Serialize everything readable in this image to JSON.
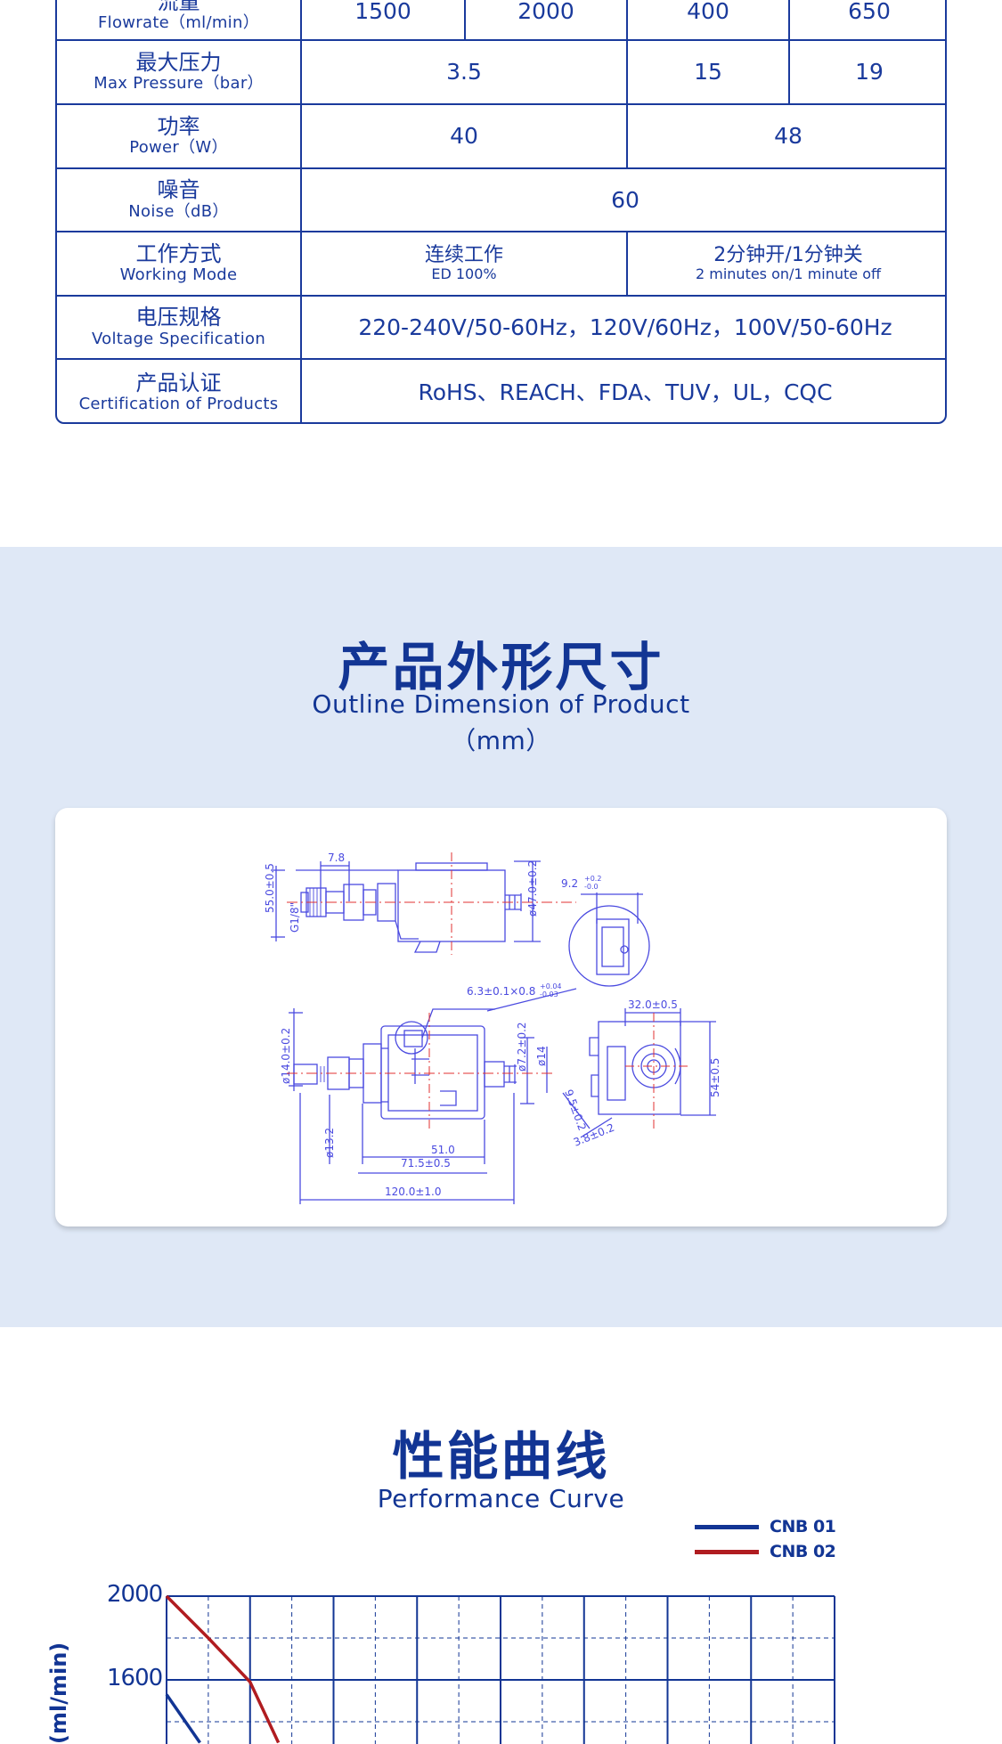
{
  "spec_table": {
    "rows": [
      {
        "label_cn": "流量",
        "label_en": "Flowrate（ml/min）",
        "values": [
          "1500",
          "2000",
          "400",
          "650"
        ]
      },
      {
        "label_cn": "最大压力",
        "label_en": "Max Pressure（bar）",
        "values": [
          "3.5",
          "15",
          "19"
        ]
      },
      {
        "label_cn": "功率",
        "label_en": "Power（W）",
        "values": [
          "40",
          "48"
        ]
      },
      {
        "label_cn": "噪音",
        "label_en": "Noise（dB）",
        "values": [
          "60"
        ]
      },
      {
        "label_cn": "工作方式",
        "label_en": "Working Mode",
        "values": [
          {
            "cn": "连续工作",
            "en": "ED 100%"
          },
          {
            "cn": "2分钟开/1分钟关",
            "en": "2 minutes on/1 minute off"
          }
        ]
      },
      {
        "label_cn": "电压规格",
        "label_en": "Voltage Specification",
        "values": [
          "220-240V/50-60Hz，120V/60Hz，100V/50-60Hz"
        ]
      },
      {
        "label_cn": "产品认证",
        "label_en": "Certification of Products",
        "values": [
          "RoHS、REACH、FDA、TUV，UL，CQC"
        ]
      }
    ]
  },
  "dimension_section": {
    "title_cn": "产品外形尺寸",
    "title_en": "Outline Dimension of Product",
    "unit": "（mm）",
    "drawing_labels": {
      "d1": "7.8",
      "d2": "55.0±0.5",
      "d3": "G1/8\"",
      "d4": "ø47.0±0.2",
      "d5": "9.2",
      "d5_sup": "+0.2",
      "d5_sub": "-0.0",
      "d6": "6.3±0.1×0.8",
      "d6_sup": "+0.04",
      "d6_sub": "-0.03",
      "d7": "ø14.0±0.2",
      "d8": "ø7.2±0.2",
      "d9": "ø14",
      "d10": "ø13.2",
      "d11": "51.0",
      "d12": "71.5±0.5",
      "d13": "120.0±1.0",
      "d14": "32.0±0.5",
      "d15": "9.5±0.2",
      "d16": "54±0.5",
      "d17": "3.8±0.2"
    }
  },
  "performance_section": {
    "title_cn": "性能曲线",
    "title_en": "Performance Curve",
    "y_axis_label": "(ml/min)",
    "colors": {
      "navy": "#123594",
      "red": "#b01c20"
    }
  },
  "chart_data": {
    "type": "line",
    "title": "",
    "ylabel": "(ml/min)",
    "yticks": [
      "2000",
      "1600"
    ],
    "series": [
      {
        "name": "CNB 01",
        "color": "#123594",
        "points": [
          [
            0,
            1530
          ],
          [
            0.4,
            1300
          ]
        ]
      },
      {
        "name": "CNB 02",
        "color": "#b01c20",
        "points": [
          [
            0,
            2000
          ],
          [
            0.5,
            1800
          ],
          [
            1,
            1590
          ],
          [
            1.34,
            1300
          ]
        ]
      }
    ]
  }
}
